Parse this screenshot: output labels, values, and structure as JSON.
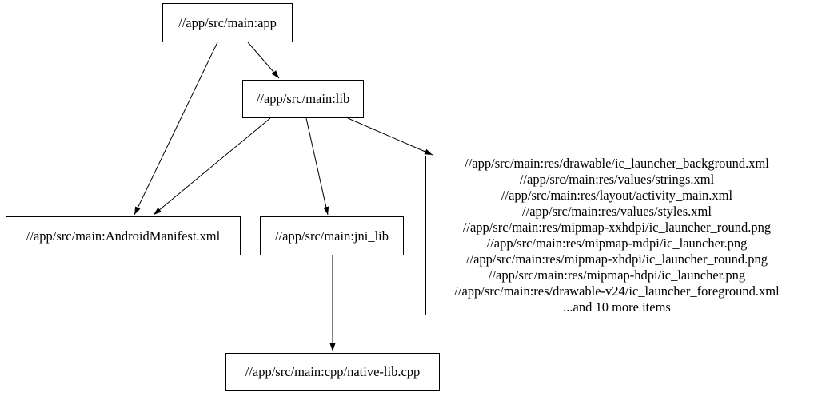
{
  "graph": {
    "title": "build-dependency-graph",
    "colors": {
      "background": "#ffffff",
      "node_border": "#000000",
      "text": "#000000",
      "edge": "#000000"
    },
    "nodes": {
      "app": {
        "label": "//app/src/main:app"
      },
      "lib": {
        "label": "//app/src/main:lib"
      },
      "android_manifest": {
        "label": "//app/src/main:AndroidManifest.xml"
      },
      "jni_lib": {
        "label": "//app/src/main:jni_lib"
      },
      "res_group": {
        "lines": [
          "//app/src/main:res/drawable/ic_launcher_background.xml",
          "//app/src/main:res/values/strings.xml",
          "//app/src/main:res/layout/activity_main.xml",
          "//app/src/main:res/values/styles.xml",
          "//app/src/main:res/mipmap-xxhdpi/ic_launcher_round.png",
          "//app/src/main:res/mipmap-mdpi/ic_launcher.png",
          "//app/src/main:res/mipmap-xhdpi/ic_launcher_round.png",
          "//app/src/main:res/mipmap-hdpi/ic_launcher.png",
          "//app/src/main:res/drawable-v24/ic_launcher_foreground.xml",
          "...and 10 more items"
        ]
      },
      "native_cpp": {
        "label": "//app/src/main:cpp/native-lib.cpp"
      }
    },
    "edges": [
      {
        "from": "app",
        "to": "lib"
      },
      {
        "from": "app",
        "to": "android_manifest"
      },
      {
        "from": "lib",
        "to": "android_manifest"
      },
      {
        "from": "lib",
        "to": "jni_lib"
      },
      {
        "from": "lib",
        "to": "res_group"
      },
      {
        "from": "jni_lib",
        "to": "native_cpp"
      }
    ]
  }
}
